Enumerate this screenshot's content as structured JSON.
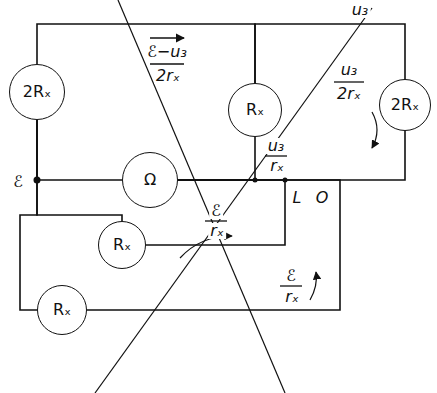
{
  "diagram": {
    "nodes": [
      {
        "text": [
          "2Rₓ"
        ]
      },
      {
        "text": [
          "Rₓ"
        ]
      },
      {
        "text": [
          "2Rₓ"
        ]
      },
      {
        "text": [
          "Ω"
        ]
      },
      {
        "text": [
          "Rₓ"
        ]
      },
      {
        "text": [
          "Rₓ"
        ]
      }
    ],
    "edges": [
      {
        "from": 0,
        "to": 1,
        "arrow": "none"
      },
      {
        "from": 1,
        "to": 2,
        "arrow": "none"
      },
      {
        "from": 0,
        "to": 3,
        "arrow": "none"
      },
      {
        "from": 3,
        "to": 1,
        "arrow": "none"
      },
      {
        "from": 3,
        "to": 2,
        "arrow": "none"
      },
      {
        "from": 0,
        "to": 4,
        "arrow": "none"
      },
      {
        "from": 4,
        "to": 3,
        "arrow": "none"
      },
      {
        "from": 5,
        "to": 3,
        "arrow": "none"
      },
      {
        "from": 0,
        "to": 5,
        "arrow": "none"
      }
    ],
    "labels": [
      "u₃",
      "ℰ−u₃",
      "2rₓ",
      "u₃",
      "2rₓ",
      "u₃",
      "rₓ",
      "ℰ",
      "ℰ",
      "rₓ",
      "ℰ",
      "rₓ",
      "L",
      "O"
    ]
  }
}
